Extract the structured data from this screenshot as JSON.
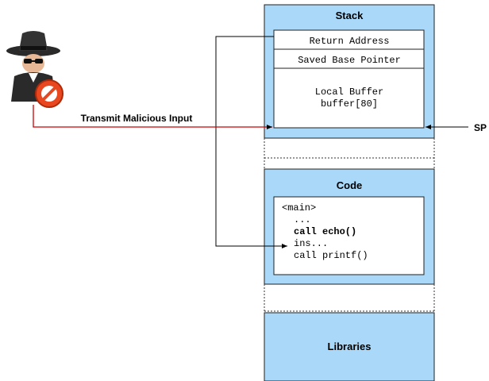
{
  "attacker": {
    "icon": "hacker-with-no-entry-sign-icon",
    "arrow_label": "Transmit Malicious Input",
    "arrow_color": "#cc0000"
  },
  "stack": {
    "title": "Stack",
    "cells": [
      "Return Address",
      "Saved Base Pointer"
    ],
    "buffer_lines": [
      "Local Buffer",
      "buffer[80]"
    ],
    "pointer_label": "SP"
  },
  "code": {
    "title": "Code",
    "lines": [
      "<main>",
      "...",
      "call echo()",
      "ins...",
      "call printf()"
    ],
    "bold_line_index": 2,
    "return_target_index": 3
  },
  "libraries": {
    "title": "Libraries"
  },
  "colors": {
    "segment_fill": "#a9d8f8",
    "segment_border": "#222222",
    "inner_fill": "#ffffff",
    "line": "#000000"
  }
}
